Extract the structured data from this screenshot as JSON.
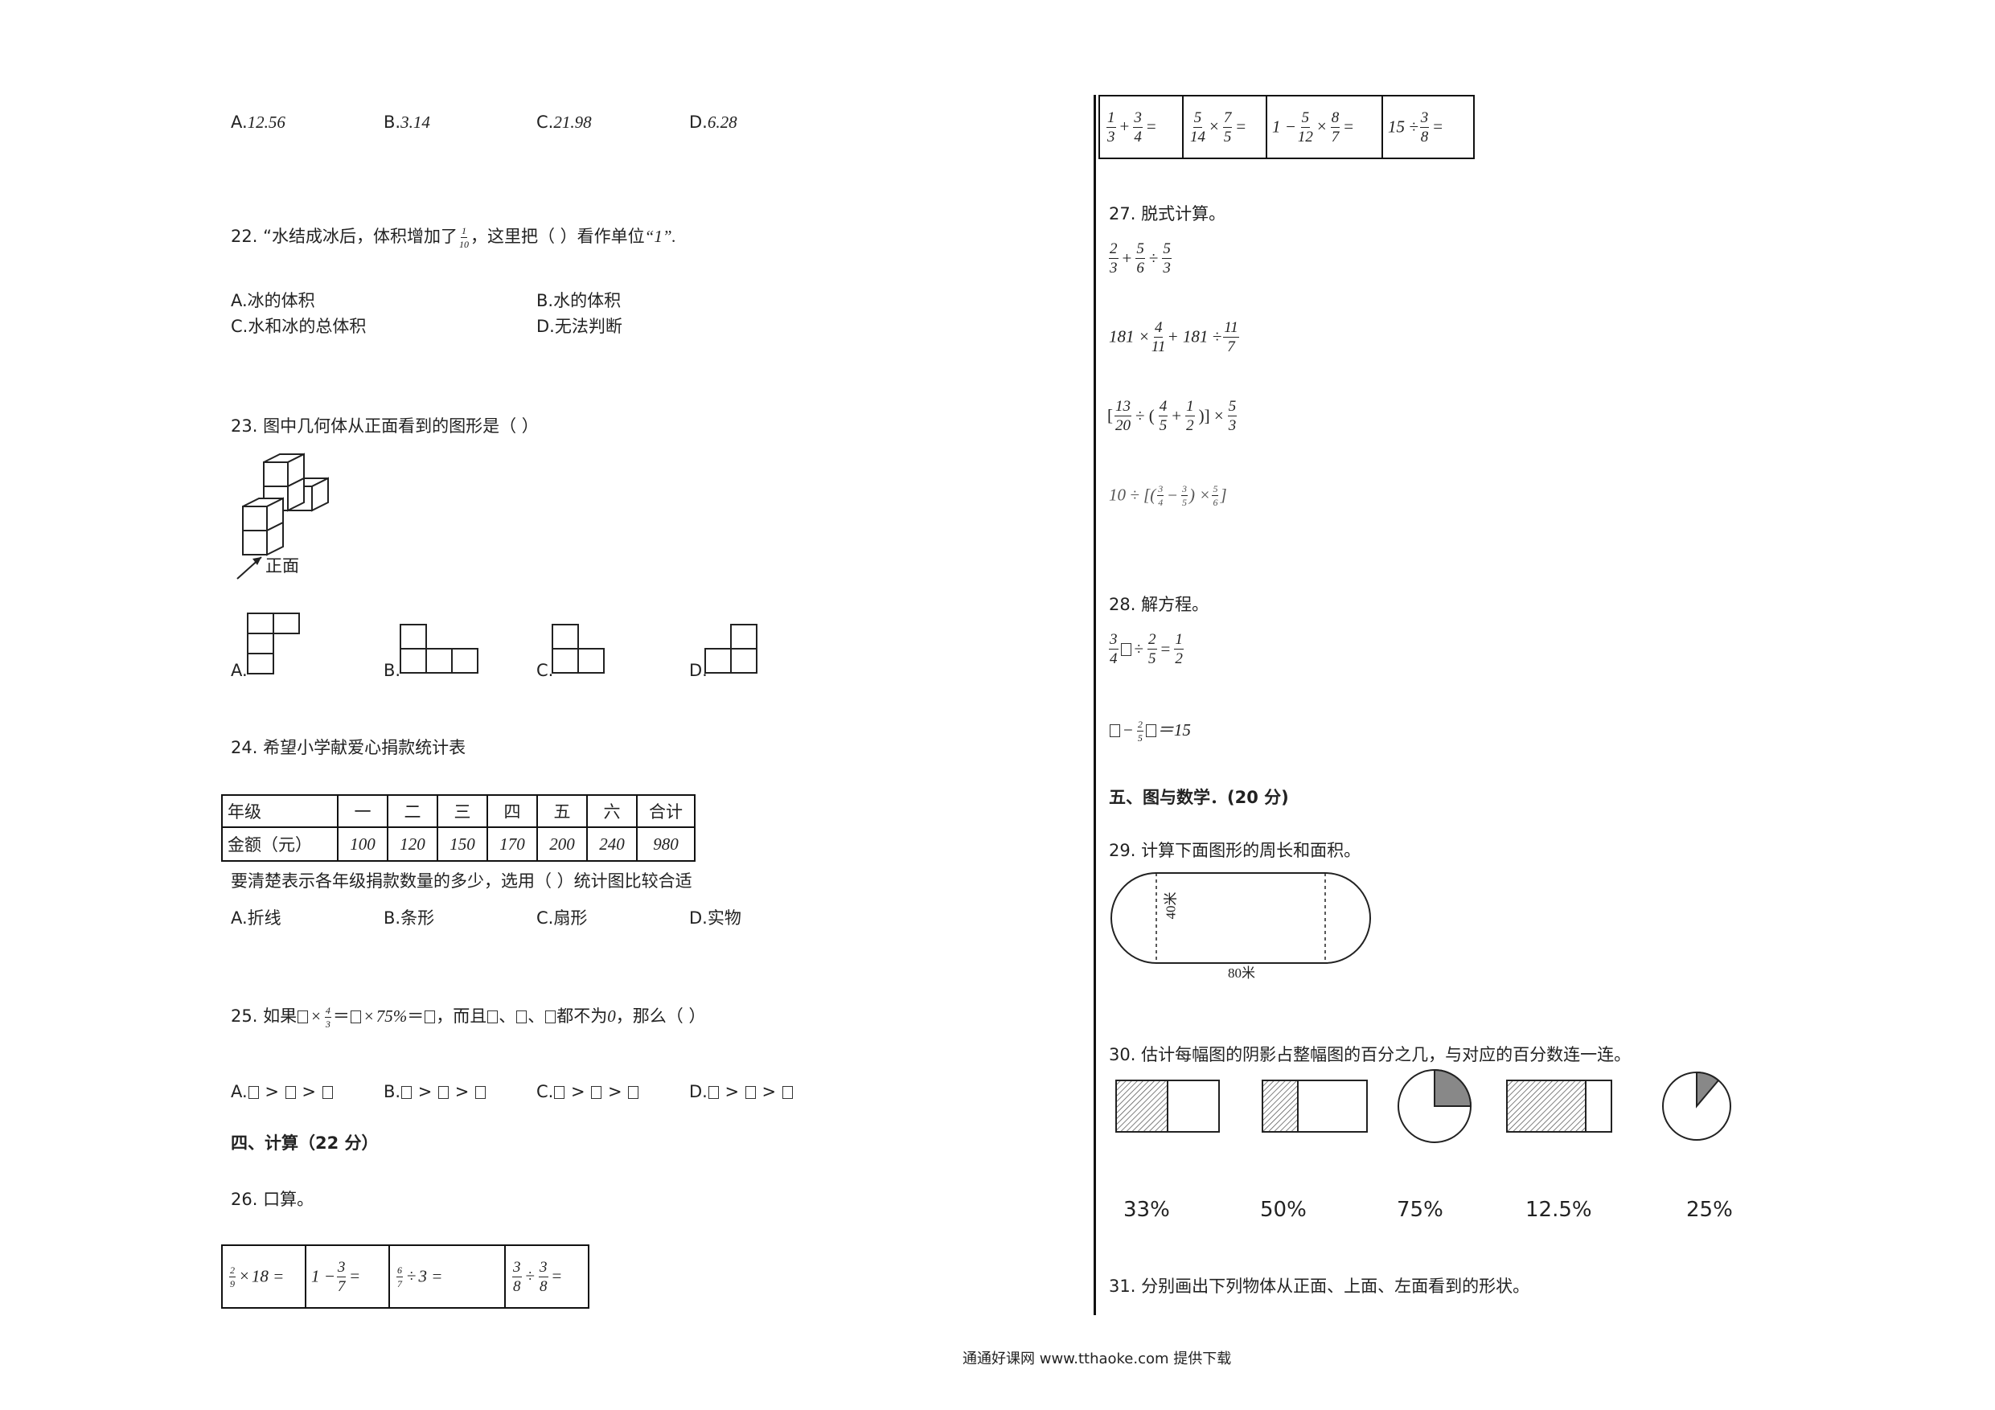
{
  "q21_options": {
    "a": "A.",
    "a_val": "12.56",
    "b": "B.",
    "b_val": "3.14",
    "c": "C.",
    "c_val": "21.98",
    "d": "D.",
    "d_val": "6.28"
  },
  "q22": {
    "stem_pre": "22. “水结成冰后，体积增加了",
    "frac_n": "1",
    "frac_d": "10",
    "stem_post": "，这里把（ ）看作单位",
    "unit": "“1”.",
    "a": "A.冰的体积",
    "b": "B.水的体积",
    "c": "C.水和冰的总体积",
    "d": "D.无法判断"
  },
  "q23": {
    "stem": "23. 图中几何体从正面看到的图形是（ ）",
    "front_label": "正面",
    "a": "A.",
    "b": "B.",
    "c": "C.",
    "d": "D."
  },
  "q24": {
    "stem": "24. 希望小学献爱心捐款统计表",
    "header": [
      "年级",
      "一",
      "二",
      "三",
      "四",
      "五",
      "六",
      "合计"
    ],
    "row_label": "金额（元）",
    "values": [
      "100",
      "120",
      "150",
      "170",
      "200",
      "240",
      "980"
    ],
    "question": "要清楚表示各年级捐款数量的多少，选用（ ）统计图比较合适",
    "a": "A.折线",
    "b": "B.条形",
    "c": "C.扇形",
    "d": "D.实物"
  },
  "q25": {
    "stem_pre": "25. 如果",
    "frac_n": "4",
    "frac_d": "3",
    "mid": "＝",
    "pct": "75%",
    "eq": "＝",
    "post": "，而且",
    "post2": "都不为",
    "zero": "0",
    "end": "，那么（ ）",
    "a": "A.",
    "b": "B.",
    "c": "C.",
    "d": "D.",
    "gt": ">"
  },
  "section4": "四、计算（22 分）",
  "q26": {
    "stem": "26. 口算。",
    "cells": [
      {
        "n1": "2",
        "d1": "9",
        "op": "×",
        "tail": "18 ="
      },
      {
        "lead": "1 −",
        "n1": "3",
        "d1": "7",
        "tail": "="
      },
      {
        "n1": "6",
        "d1": "7",
        "op": "÷",
        "tail": "3 ="
      },
      {
        "n1": "3",
        "d1": "8",
        "op": "÷",
        "n2": "3",
        "d2": "8",
        "tail": "="
      }
    ],
    "cells_top": [
      {
        "n1": "1",
        "d1": "3",
        "op": "+",
        "n2": "3",
        "d2": "4",
        "tail": "="
      },
      {
        "n1": "5",
        "d1": "14",
        "op": "×",
        "n2": "7",
        "d2": "5",
        "tail": "="
      },
      {
        "lead": "1 −",
        "n1": "5",
        "d1": "12",
        "op": "×",
        "n2": "8",
        "d2": "7",
        "tail": "="
      },
      {
        "lead": "15 ÷",
        "n1": "3",
        "d1": "8",
        "tail": "="
      }
    ]
  },
  "q27": {
    "stem": "27. 脱式计算。",
    "e1": {
      "n1": "2",
      "d1": "3",
      "op1": "+",
      "n2": "5",
      "d2": "6",
      "op2": "÷",
      "n3": "5",
      "d3": "3"
    },
    "e2": {
      "a": "181 ×",
      "n1": "4",
      "d1": "11",
      "b": "+ 181 ÷",
      "n2": "11",
      "d2": "7"
    },
    "e3": {
      "open": "[",
      "n1": "13",
      "d1": "20",
      "op1": "÷ (",
      "n2": "4",
      "d2": "5",
      "op2": "+",
      "n3": "1",
      "d3": "2",
      "close": ")] ×",
      "n4": "5",
      "d4": "3"
    },
    "e4": {
      "a": "10 ÷ [(",
      "n1": "3",
      "d1": "4",
      "op": "−",
      "n2": "3",
      "d2": "5",
      "b": ") ×",
      "n3": "5",
      "d3": "6",
      "c": "]"
    }
  },
  "q28": {
    "stem": "28. 解方程。",
    "e1": {
      "n1": "3",
      "d1": "4",
      "op": "÷",
      "n2": "2",
      "d2": "5",
      "eq": "=",
      "n3": "1",
      "d3": "2"
    },
    "e2": {
      "minus": "−",
      "n1": "2",
      "d1": "5",
      "tail": "＝15"
    }
  },
  "section5": "五、图与数学．(20 分)",
  "q29": {
    "stem": "29. 计算下面图形的周长和面积。",
    "height_label": "40米",
    "width_label": "80米"
  },
  "q30": {
    "stem": "30. 估计每幅图的阴影占整幅图的百分之几，与对应的百分数连一连。",
    "percents": [
      "33%",
      "50%",
      "75%",
      "12.5%",
      "25%"
    ]
  },
  "q31": {
    "stem": "31. 分别画出下列物体从正面、上面、左面看到的形状。"
  },
  "footer": "通通好课网 www.tthaoke.com 提供下载"
}
